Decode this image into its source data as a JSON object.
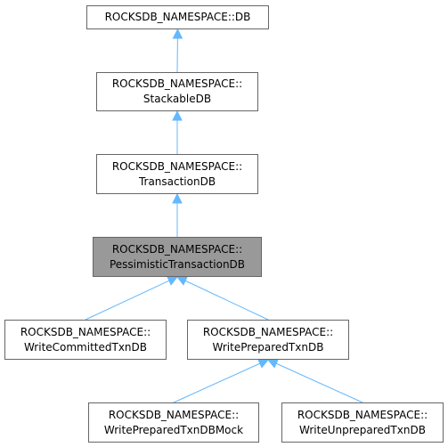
{
  "diagram": {
    "type": "class-inheritance-graph",
    "colors": {
      "edge": "#63b8ff",
      "node_border": "#666666",
      "highlight_fill": "#999999",
      "node_fill": "#ffffff"
    },
    "nodes": {
      "db": {
        "line1": "ROCKSDB_NAMESPACE::DB",
        "line2": ""
      },
      "stackable": {
        "line1": "ROCKSDB_NAMESPACE::",
        "line2": "StackableDB"
      },
      "transaction": {
        "line1": "ROCKSDB_NAMESPACE::",
        "line2": "TransactionDB"
      },
      "pessimistic": {
        "line1": "ROCKSDB_NAMESPACE::",
        "line2": "PessimisticTransactionDB"
      },
      "writecommitted": {
        "line1": "ROCKSDB_NAMESPACE::",
        "line2": "WriteCommittedTxnDB"
      },
      "writeprepared": {
        "line1": "ROCKSDB_NAMESPACE::",
        "line2": "WritePreparedTxnDB"
      },
      "writepreparedmock": {
        "line1": "ROCKSDB_NAMESPACE::",
        "line2": "WritePreparedTxnDBMock"
      },
      "writeunprepared": {
        "line1": "ROCKSDB_NAMESPACE::",
        "line2": "WriteUnpreparedTxnDB"
      }
    },
    "edges": [
      {
        "from": "stackable",
        "to": "db"
      },
      {
        "from": "transaction",
        "to": "stackable"
      },
      {
        "from": "pessimistic",
        "to": "transaction"
      },
      {
        "from": "writecommitted",
        "to": "pessimistic"
      },
      {
        "from": "writeprepared",
        "to": "pessimistic"
      },
      {
        "from": "writepreparedmock",
        "to": "writeprepared"
      },
      {
        "from": "writeunprepared",
        "to": "writeprepared"
      }
    ]
  }
}
